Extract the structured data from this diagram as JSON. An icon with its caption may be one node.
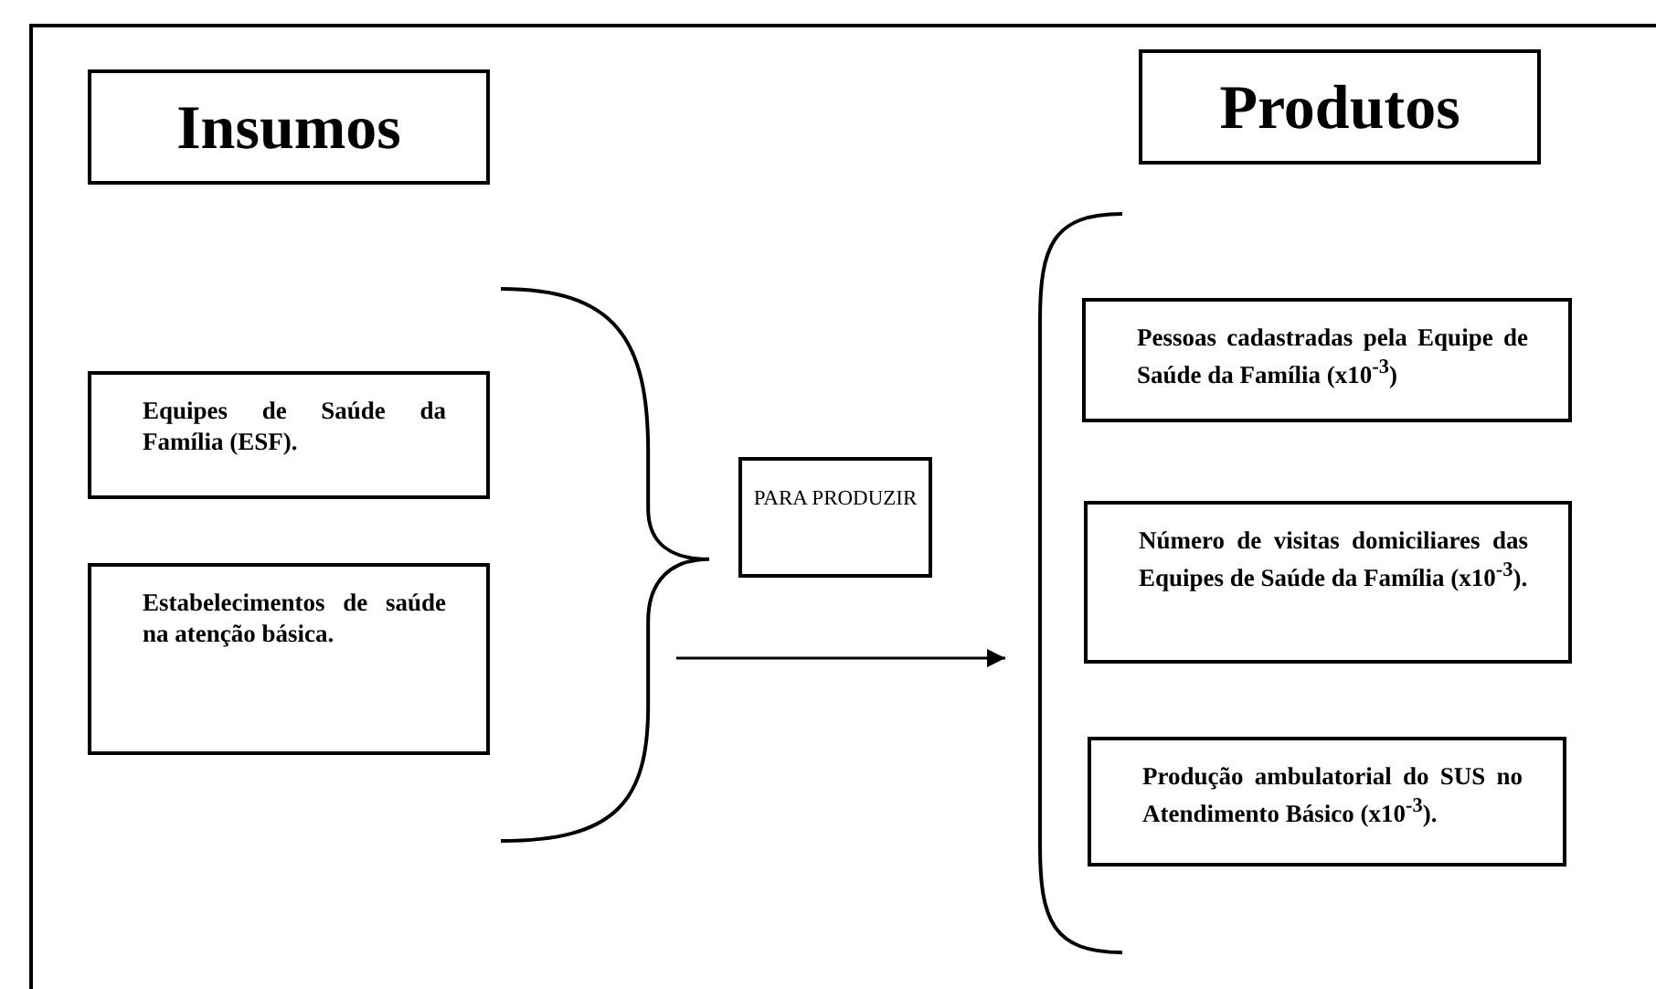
{
  "diagram": {
    "nodes": [
      {
        "text": [
          "Insumos"
        ]
      },
      {
        "text": [
          "Produtos"
        ]
      },
      {
        "text": [],
        "shape": "brace"
      },
      {
        "text": [
          "Equipes de Saúde da Família (ESF)."
        ]
      },
      {
        "text": [
          "Estabelecimentos de saúde na atenção básica."
        ]
      },
      {
        "text": [
          "PARA PRODUZIR"
        ]
      },
      {
        "text": [],
        "shape": "brace"
      },
      {
        "text": [
          "Pessoas cadastradas pela Equipe de Saúde da Família (x10$^{-3}$)"
        ]
      },
      {
        "text": [
          "Número de visitas domiciliares das Equipes de Saúde da Família (x10$^{-3}$)."
        ]
      },
      {
        "text": [
          "Produção ambulatorial do SUS no Atendimento Básico (x10$^{-3}$)."
        ]
      }
    ],
    "edges": [
      {
        "from": 2,
        "to": 6,
        "arrow": "to"
      }
    ]
  }
}
